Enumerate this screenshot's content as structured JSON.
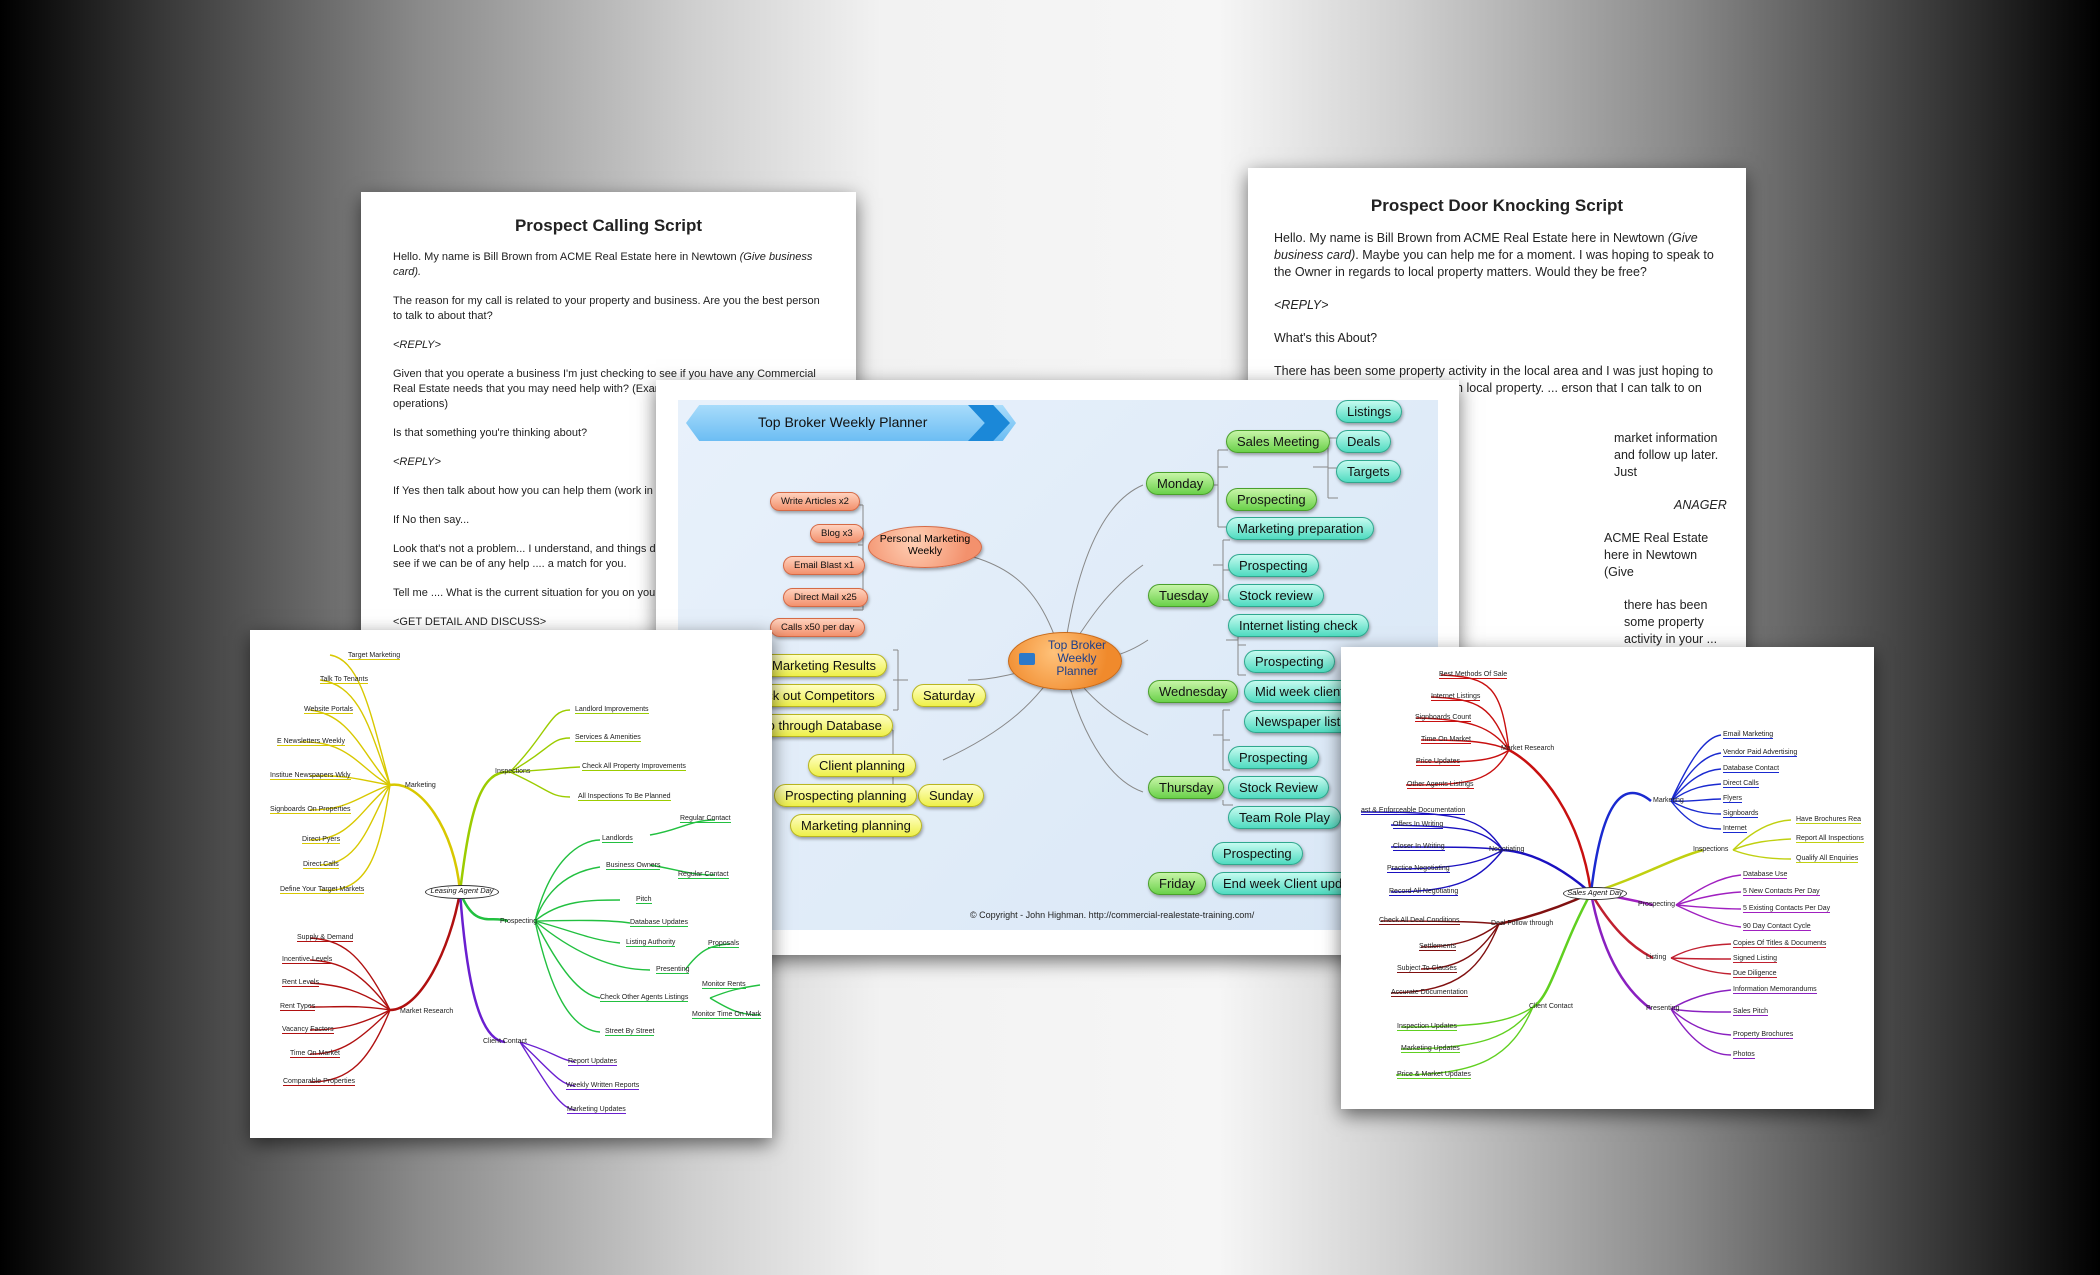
{
  "calling_script": {
    "title": "Prospect Calling Script",
    "p1": "Hello. My name is Bill Brown from ACME Real Estate here in Newtown ",
    "p1_italic": "(Give business card).",
    "p2": "The reason for my call is related to your property and business. Are you the best person to talk to about that?",
    "p3": "<REPLY>",
    "p4": "Given that you operate a business I'm just checking to see if you have any Commercial Real Estate needs that you may need help with? (Examples ... expanding your current operations)",
    "p5": "Is that something you're thinking about?",
    "p6": "<REPLY>",
    "p7": "If Yes then talk about how you can help them (work in their",
    "p8": "If No then say...",
    "p9": "Look that's not a problem... I understand, and things do ch... call and have a chat first to see if we can be of any help .... a match for you.",
    "p10": "Tell me ....  What is the current situation for you on your p... business?",
    "p11": "<GET DETAIL AND DISCUSS>"
  },
  "door_script": {
    "title": "Prospect Door Knocking Script",
    "p1": "Hello. My name is Bill Brown from ACME Real Estate here in Newtown ",
    "p1_italic": "(Give business card)",
    "p1_rest": ". Maybe you can help me for a moment. I was hoping to speak to the Owner in regards to local property matters. Would they be free?",
    "p2": "<REPLY>",
    "p3": "What's this About?",
    "p4": "There has been some property activity in the local area and I was just hoping to ... e if there is a need or interest in local property. ... erson that I can talk to on that?",
    "p5": "market information and follow up later. Just",
    "p6": "ANAGER",
    "p7": "ACME Real Estate here in Newtown (Give",
    "p8": "there has been some property activity in your ... nterest; perhaps you may have a future need in"
  },
  "planner": {
    "banner": "Top Broker Weekly Planner",
    "center": "Top Broker Weekly Planner",
    "copyright": "© Copyright - John Highman. http://commercial-realestate-training.com/",
    "personal_marketing": "Personal Marketing Weekly",
    "salmon_items": [
      "Write Articles x2",
      "Blog x3",
      "Email Blast x1",
      "Direct Mail x25",
      "Calls x50 per day"
    ],
    "days": [
      "Monday",
      "Tuesday",
      "Wednesday",
      "Thursday",
      "Friday",
      "Saturday",
      "Sunday"
    ],
    "monday": [
      "Sales Meeting",
      "Prospecting",
      "Marketing preparation"
    ],
    "sales_meeting": [
      "Listings",
      "Deals",
      "Targets"
    ],
    "tuesday": [
      "Prospecting",
      "Stock review",
      "Internet listing check"
    ],
    "wednesday": [
      "Prospecting",
      "Mid week client",
      "Newspaper listi"
    ],
    "thursday": [
      "Prospecting",
      "Stock Review",
      "Team Role Play"
    ],
    "friday": [
      "Prospecting",
      "End week Client upd"
    ],
    "saturday": [
      "w Marketing Results",
      "eck out Competitors",
      "So through Database"
    ],
    "sunday": [
      "Client planning",
      "Prospecting planning",
      "Marketing planning"
    ]
  },
  "leasing_map": {
    "center": "Leasing Agent Day",
    "marketing": "Marketing",
    "marketing_items": [
      "Target Marketing",
      "Talk To Tenants",
      "Website Portals",
      "E Newsletters Weekly",
      "Institue Newspapers Wkly",
      "Signboards On Properties",
      "Direct Pyers",
      "Direct Calls",
      "Define Your Target Markets"
    ],
    "inspections": "Inspections",
    "inspections_items": [
      "Landlord Improvements",
      "Services & Amenities",
      "Check All Property Improvements",
      "All Inspections To Be Planned"
    ],
    "prospecting": "Prospecting",
    "prospecting_items": [
      "Landlords",
      "Regular Contact",
      "Business Owners",
      "Regular Contact",
      "Pitch",
      "Database Updates",
      "Listing Authority",
      "Presenting",
      "Proposals",
      "Check Other Agents Listings",
      "Monitor Rents",
      "Monitor Time On Mark",
      "Street By Street"
    ],
    "market_research": "Market Research",
    "market_items": [
      "Supply & Demand",
      "Incentive Levels",
      "Rent Levels",
      "Rent Types",
      "Vacancy Factors",
      "Time On Market",
      "Comparable Properties"
    ],
    "client_contact": "Client Contact",
    "client_items": [
      "Report Updates",
      "Weekly Written Reports",
      "Marketing Updates"
    ]
  },
  "sales_map": {
    "center": "Sales Agent Day",
    "market_research": "Market Research",
    "market_items": [
      "Best Methods Of Sale",
      "Internet Listings",
      "Signboards Count",
      "Time On Market",
      "Price Updates",
      "Other Agents Listings"
    ],
    "marketing": "Marketing",
    "marketing_items": [
      "Email Marketing",
      "Vendor Paid Advertising",
      "Database Contact",
      "Direct Calls",
      "Flyers",
      "Signboards",
      "Internet"
    ],
    "negotiating": "Negotiating",
    "negotiating_items": [
      "ast & Enforceable Documentation",
      "Offers In Writing",
      "Closer In Writing",
      "Practice Negotiating",
      "Record All Negotiating"
    ],
    "inspections": "Inspections",
    "inspections_items": [
      "Have Brochures Rea",
      "Report All Inspections",
      "Qualify All Enquiries"
    ],
    "prospecting": "Prospecting",
    "prospecting_items": [
      "Database Use",
      "5 New Contacts Per Day",
      "5 Existing Contacts Per Day",
      "90 Day Contact Cycle"
    ],
    "deal_follow": "Deal Follow through",
    "deal_items": [
      "Check All Deal Conditions",
      "Settlements",
      "Subject To Clauses",
      "Accurate Documentation"
    ],
    "listing": "Listing",
    "listing_items": [
      "Copies Of Titles & Documents",
      "Signed Listing",
      "Due Diligence"
    ],
    "presenting": "Presenting",
    "presenting_items": [
      "Information Memorandums",
      "Sales Pitch",
      "Property Brochures",
      "Photos"
    ],
    "client_contact": "Client Contact",
    "client_items": [
      "Inspection Updates",
      "Marketing Updates",
      "Price & Market Updates"
    ]
  },
  "colors": {
    "green_node": "#6ad14a",
    "teal_node": "#4fdbc0",
    "yellow_node": "#eef04a",
    "salmon_node": "#f3916d",
    "center_node": "#f08a2c",
    "banner": "#7cc7f5"
  }
}
